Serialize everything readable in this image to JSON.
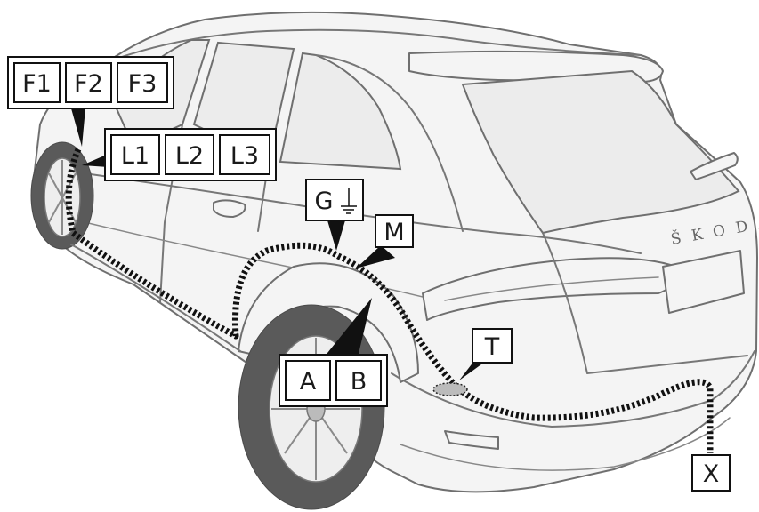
{
  "labels": {
    "f1": "F1",
    "f2": "F2",
    "f3": "F3",
    "l1": "L1",
    "l2": "L2",
    "l3": "L3",
    "g": "G",
    "m": "M",
    "t": "T",
    "a": "A",
    "b": "B",
    "x": "X"
  },
  "brand": "ŠKODA",
  "icons": {
    "ground": "ground-symbol-icon"
  },
  "colors": {
    "cable": "#111111",
    "tire": "#5a5a5a",
    "outline": "#6f6f6f"
  }
}
